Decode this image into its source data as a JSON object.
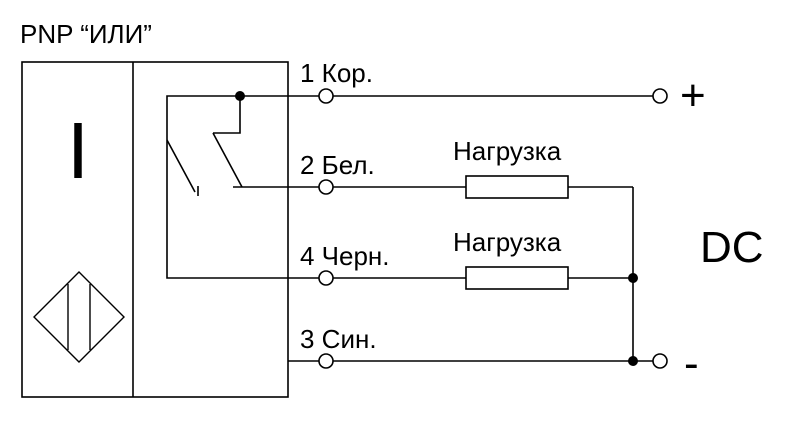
{
  "title": "PNP “ИЛИ”",
  "terminals": {
    "t1": "1 Кор.",
    "t2": "2 Бел.",
    "t4": "4 Черн.",
    "t3": "3 Син."
  },
  "loads": {
    "load1": "Нагрузка",
    "load2": "Нагрузка"
  },
  "supply": {
    "plus": "+",
    "minus": "-",
    "dc": "DC"
  },
  "sensor_symbol": "I"
}
